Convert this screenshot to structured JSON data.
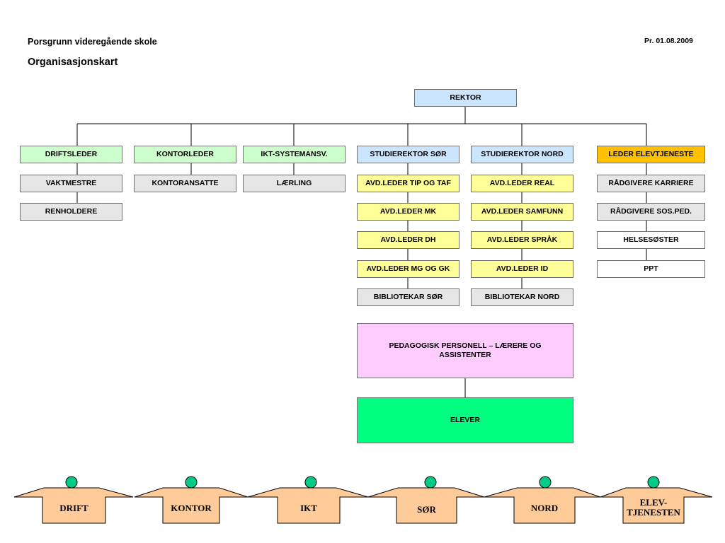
{
  "header": {
    "school": "Porsgrunn videregående skole",
    "title": "Organisasjonskart",
    "date": "Pr. 01.08.2009"
  },
  "chart": {
    "rektor": "REKTOR",
    "col_drift": {
      "head": "DRIFTSLEDER",
      "items": [
        "VAKTMESTRE",
        "RENHOLDERE"
      ]
    },
    "col_kontor": {
      "head": "KONTORLEDER",
      "items": [
        "KONTORANSATTE"
      ]
    },
    "col_ikt": {
      "head": "IKT-SYSTEMANSV.",
      "items": [
        "LÆRLING"
      ]
    },
    "col_sor": {
      "head": "STUDIEREKTOR SØR",
      "items": [
        "AVD.LEDER TIP OG TAF",
        "AVD.LEDER MK",
        "AVD.LEDER DH",
        "AVD.LEDER MG OG GK",
        "BIBLIOTEKAR SØR"
      ]
    },
    "col_nord": {
      "head": "STUDIEREKTOR  NORD",
      "items": [
        "AVD.LEDER REAL",
        "AVD.LEDER SAMFUNN",
        "AVD.LEDER SPRÅK",
        "AVD.LEDER ID",
        "BIBLIOTEKAR NORD"
      ]
    },
    "col_elev": {
      "head": "LEDER ELEVTJENESTE",
      "items": [
        "RÅDGIVERE KARRIERE",
        "RÅDGIVERE SOS.PED.",
        "HELSESØSTER",
        "PPT"
      ]
    },
    "pedagogisk": "PEDAGOGISK PERSONELL – LÆRERE OG ASSISTENTER",
    "elever": "ELEVER"
  },
  "houses": [
    "DRIFT",
    "KONTOR",
    "IKT",
    "SØR",
    "NORD",
    "ELEV-\nTJENESTEN"
  ],
  "colors": {
    "blue": "#cce5ff",
    "green": "#ccffcc",
    "grey": "#e6e6e6",
    "yellow": "#ffff99",
    "orange": "#ffc000",
    "pink": "#ffccff",
    "mint": "#00ff80",
    "house": "#ffcc99",
    "dot": "#00cc88"
  }
}
